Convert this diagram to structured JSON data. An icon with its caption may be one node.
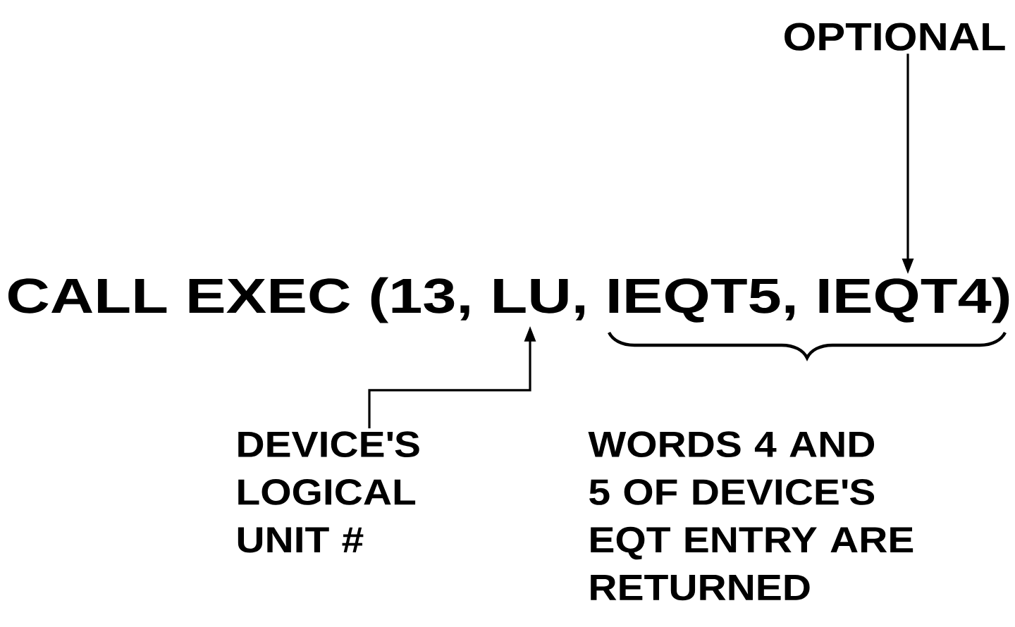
{
  "diagram": {
    "nodes": [
      {
        "text": [
          "OPTIONAL"
        ]
      },
      {
        "text": [
          "CALL EXEC (13, LU, IEQT5, IEQT4)"
        ]
      },
      {
        "text": [
          "DEVICE'S LOGICAL UNIT #"
        ]
      }
    ],
    "edges": [
      {
        "from": 0,
        "to": 1,
        "arrow": "to"
      },
      {
        "from": 2,
        "to": 1,
        "arrow": "to"
      }
    ],
    "labels": [
      "WORDS 4 AND 5 OF DEVICE'S EQT ENTRY ARE RETURNED"
    ]
  }
}
